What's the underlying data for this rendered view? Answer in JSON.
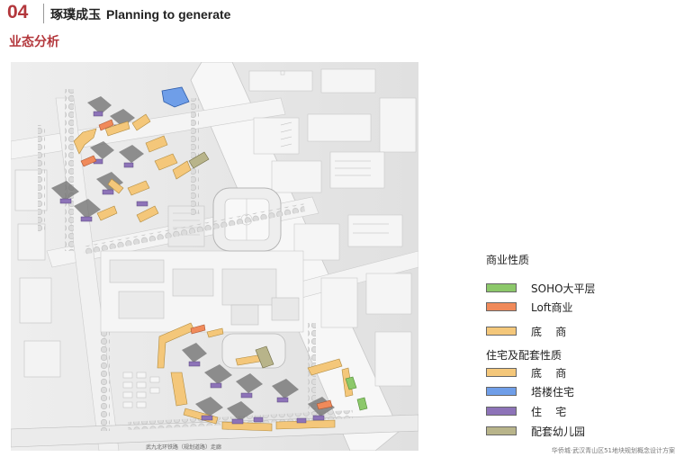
{
  "header": {
    "number": "04",
    "title_cn": "琢璞成玉",
    "title_en": "Planning to generate"
  },
  "section_title": "业态分析",
  "map": {
    "road_label_bottom": "武九北环铁路（规划道路）走廊",
    "road_label_left_top": "一",
    "colors": {
      "soho": "#8cc86a",
      "loft": "#f08a5a",
      "shop": "#f4c77a",
      "tower": "#6f9ee8",
      "residential": "#8d73b8",
      "kindergarten": "#b8b48a"
    }
  },
  "legend": {
    "commercial_heading": "商业性质",
    "commercial_items": [
      {
        "label": "SOHO大平层",
        "color": "#8cc86a",
        "icon": "green-swatch"
      },
      {
        "label": "Loft商业",
        "color": "#f08a5a",
        "icon": "orange-swatch"
      },
      {
        "label": "底    商",
        "color": "#f4c77a",
        "icon": "yellow-swatch"
      }
    ],
    "residential_heading": "住宅及配套性质",
    "residential_items": [
      {
        "label": "底    商",
        "color": "#f4c77a",
        "icon": "yellow-swatch"
      },
      {
        "label": "塔楼住宅",
        "color": "#6f9ee8",
        "icon": "blue-swatch"
      },
      {
        "label": "住    宅",
        "color": "#8d73b8",
        "icon": "purple-swatch"
      },
      {
        "label": "配套幼儿园",
        "color": "#b8b48a",
        "icon": "khaki-swatch"
      }
    ]
  },
  "footer": "华侨城·武汉青山区51地块规划概念设计方案"
}
